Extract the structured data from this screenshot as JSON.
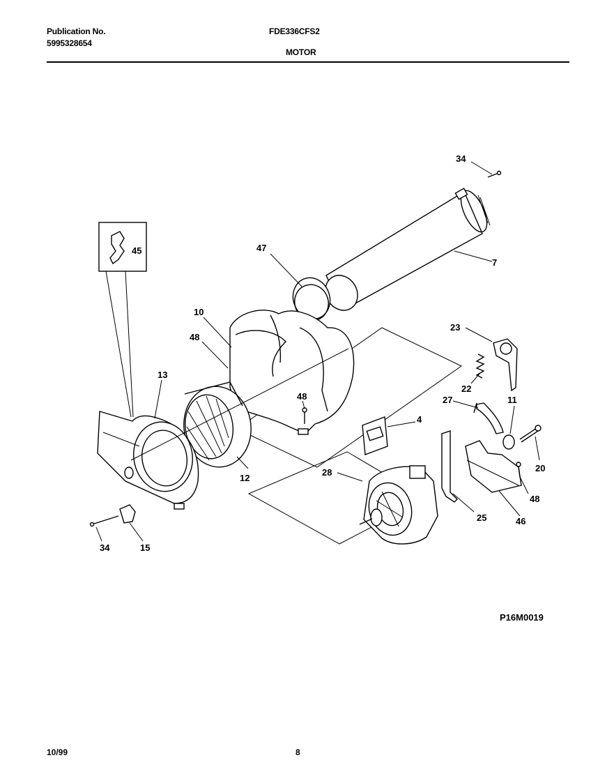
{
  "header": {
    "publication_label": "Publication No.",
    "publication_number": "5995328654",
    "model_number": "FDE336CFS2",
    "section_title": "MOTOR"
  },
  "diagram": {
    "reference_code": "P16M0019",
    "callouts": {
      "c34_top": "34",
      "c7": "7",
      "c45": "45",
      "c47": "47",
      "c10": "10",
      "c48_left": "48",
      "c13": "13",
      "c48_mid": "48",
      "c23": "23",
      "c22": "22",
      "c27": "27",
      "c11": "11",
      "c4": "4",
      "c20": "20",
      "c12": "12",
      "c28": "28",
      "c48_right": "48",
      "c25": "25",
      "c46": "46",
      "c34_bottom": "34",
      "c15": "15"
    }
  },
  "footer": {
    "date": "10/99",
    "page": "8"
  }
}
